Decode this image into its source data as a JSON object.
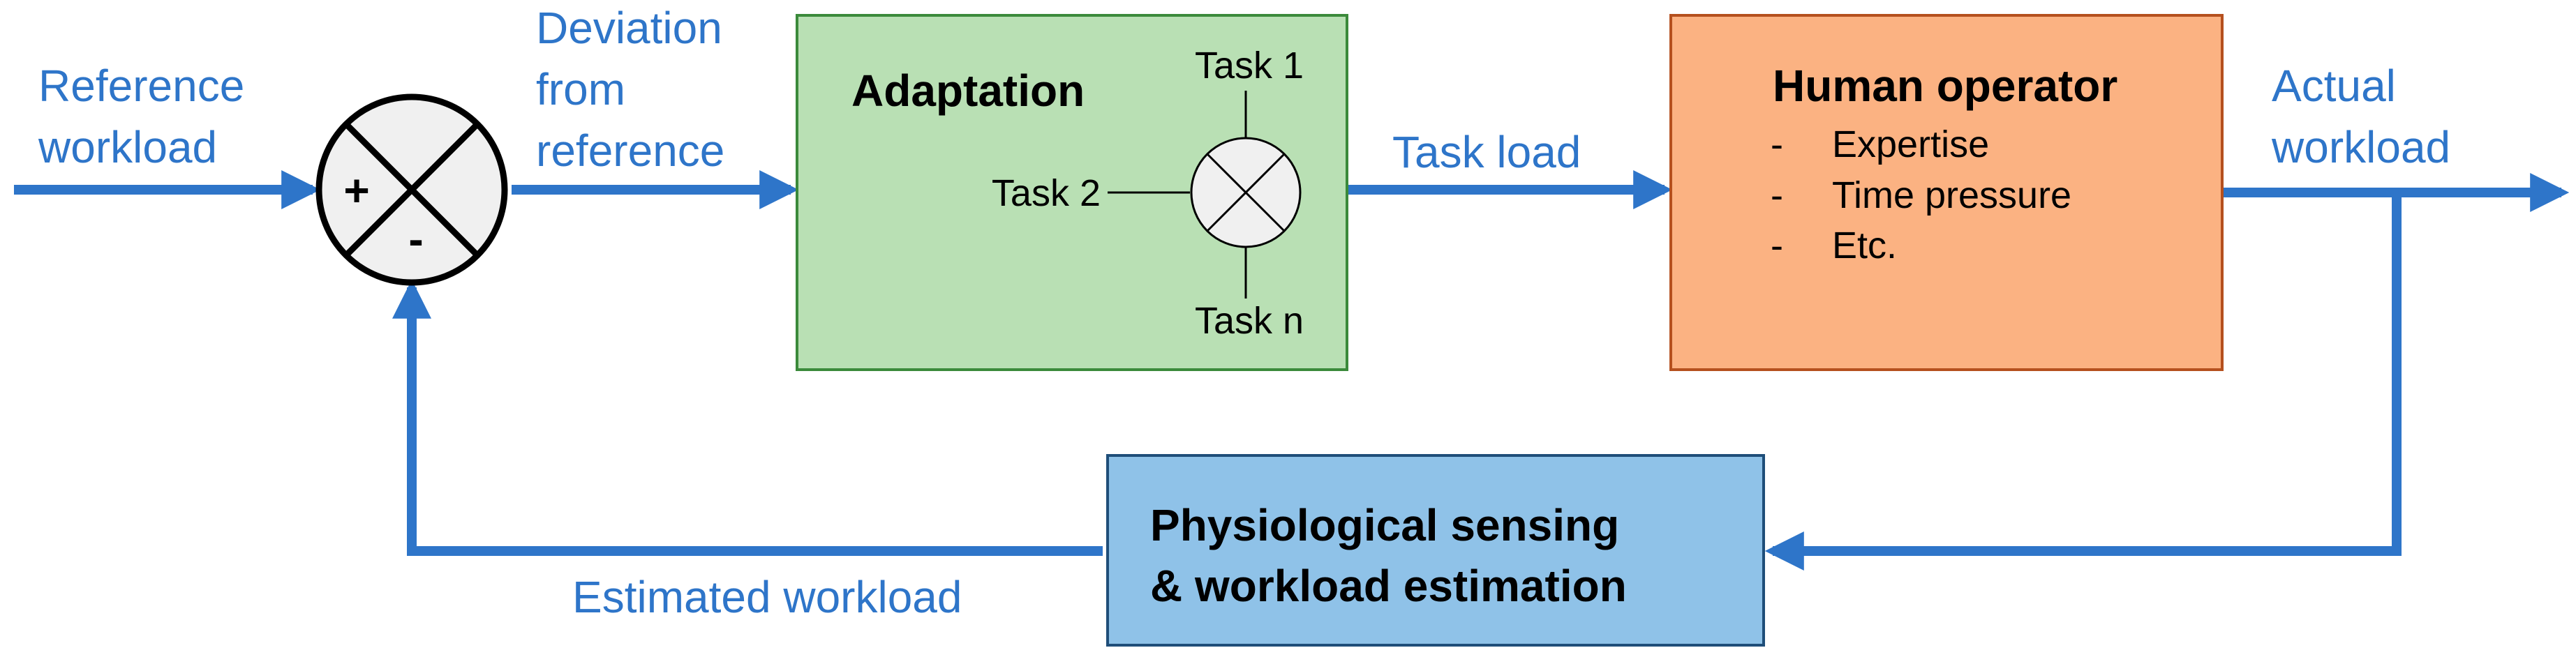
{
  "colors": {
    "arrow": "#2e75c9",
    "adaptation_fill": "#b9e0b4",
    "adaptation_border": "#3b8a3b",
    "operator_fill": "#fbb282",
    "operator_border": "#b5501e",
    "sensing_fill": "#8fc2e8",
    "sensing_border": "#1f4e79"
  },
  "labels": {
    "reference_workload": [
      "Reference",
      "workload"
    ],
    "deviation": [
      "Deviation",
      "from",
      "reference"
    ],
    "task_load": "Task load",
    "actual_workload": [
      "Actual",
      "workload"
    ],
    "estimated_workload": "Estimated workload"
  },
  "summing_junction": {
    "plus": "+",
    "minus": "-"
  },
  "adaptation": {
    "title": "Adaptation",
    "task_1": "Task 1",
    "task_2": "Task 2",
    "task_n": "Task n"
  },
  "human_operator": {
    "title": "Human operator",
    "items": [
      {
        "dash": "-",
        "text": "Expertise"
      },
      {
        "dash": "-",
        "text": "Time pressure"
      },
      {
        "dash": "-",
        "text": "Etc."
      }
    ]
  },
  "sensing": {
    "title": [
      "Physiological sensing",
      "& workload estimation"
    ]
  }
}
